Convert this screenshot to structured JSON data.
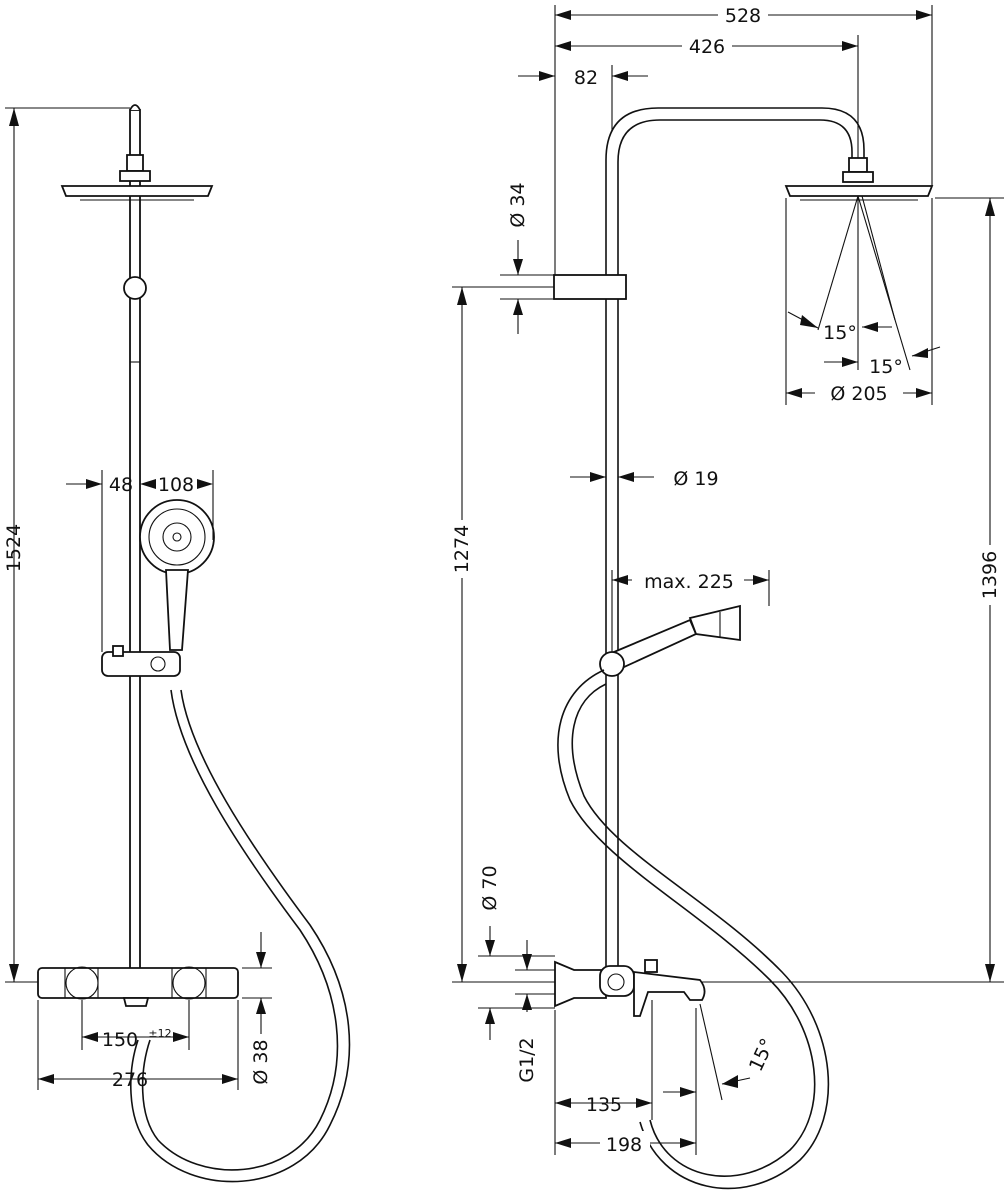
{
  "front_view": {
    "height_overall": "1524",
    "hand_offset": "48",
    "hand_width": "108",
    "mixer_spacing": "150",
    "mixer_spacing_tolerance": "±12",
    "mixer_width": "276",
    "rosette_diameter": "Ø 38"
  },
  "side_view": {
    "overall_width": "528",
    "head_arm_length": "426",
    "wall_offset": "82",
    "holder_diameter": "Ø 34",
    "rod_diameter": "Ø 19",
    "head_diameter": "Ø 205",
    "head_angle_left": "15°",
    "head_angle_right": "15°",
    "handshower_reach": "max. 225",
    "height_1274": "1274",
    "height_1396": "1396",
    "connection_diameter": "Ø 70",
    "thread": "G1/2",
    "spout_angle": "15°",
    "spout_depth_135": "135",
    "spout_depth_198": "198"
  }
}
